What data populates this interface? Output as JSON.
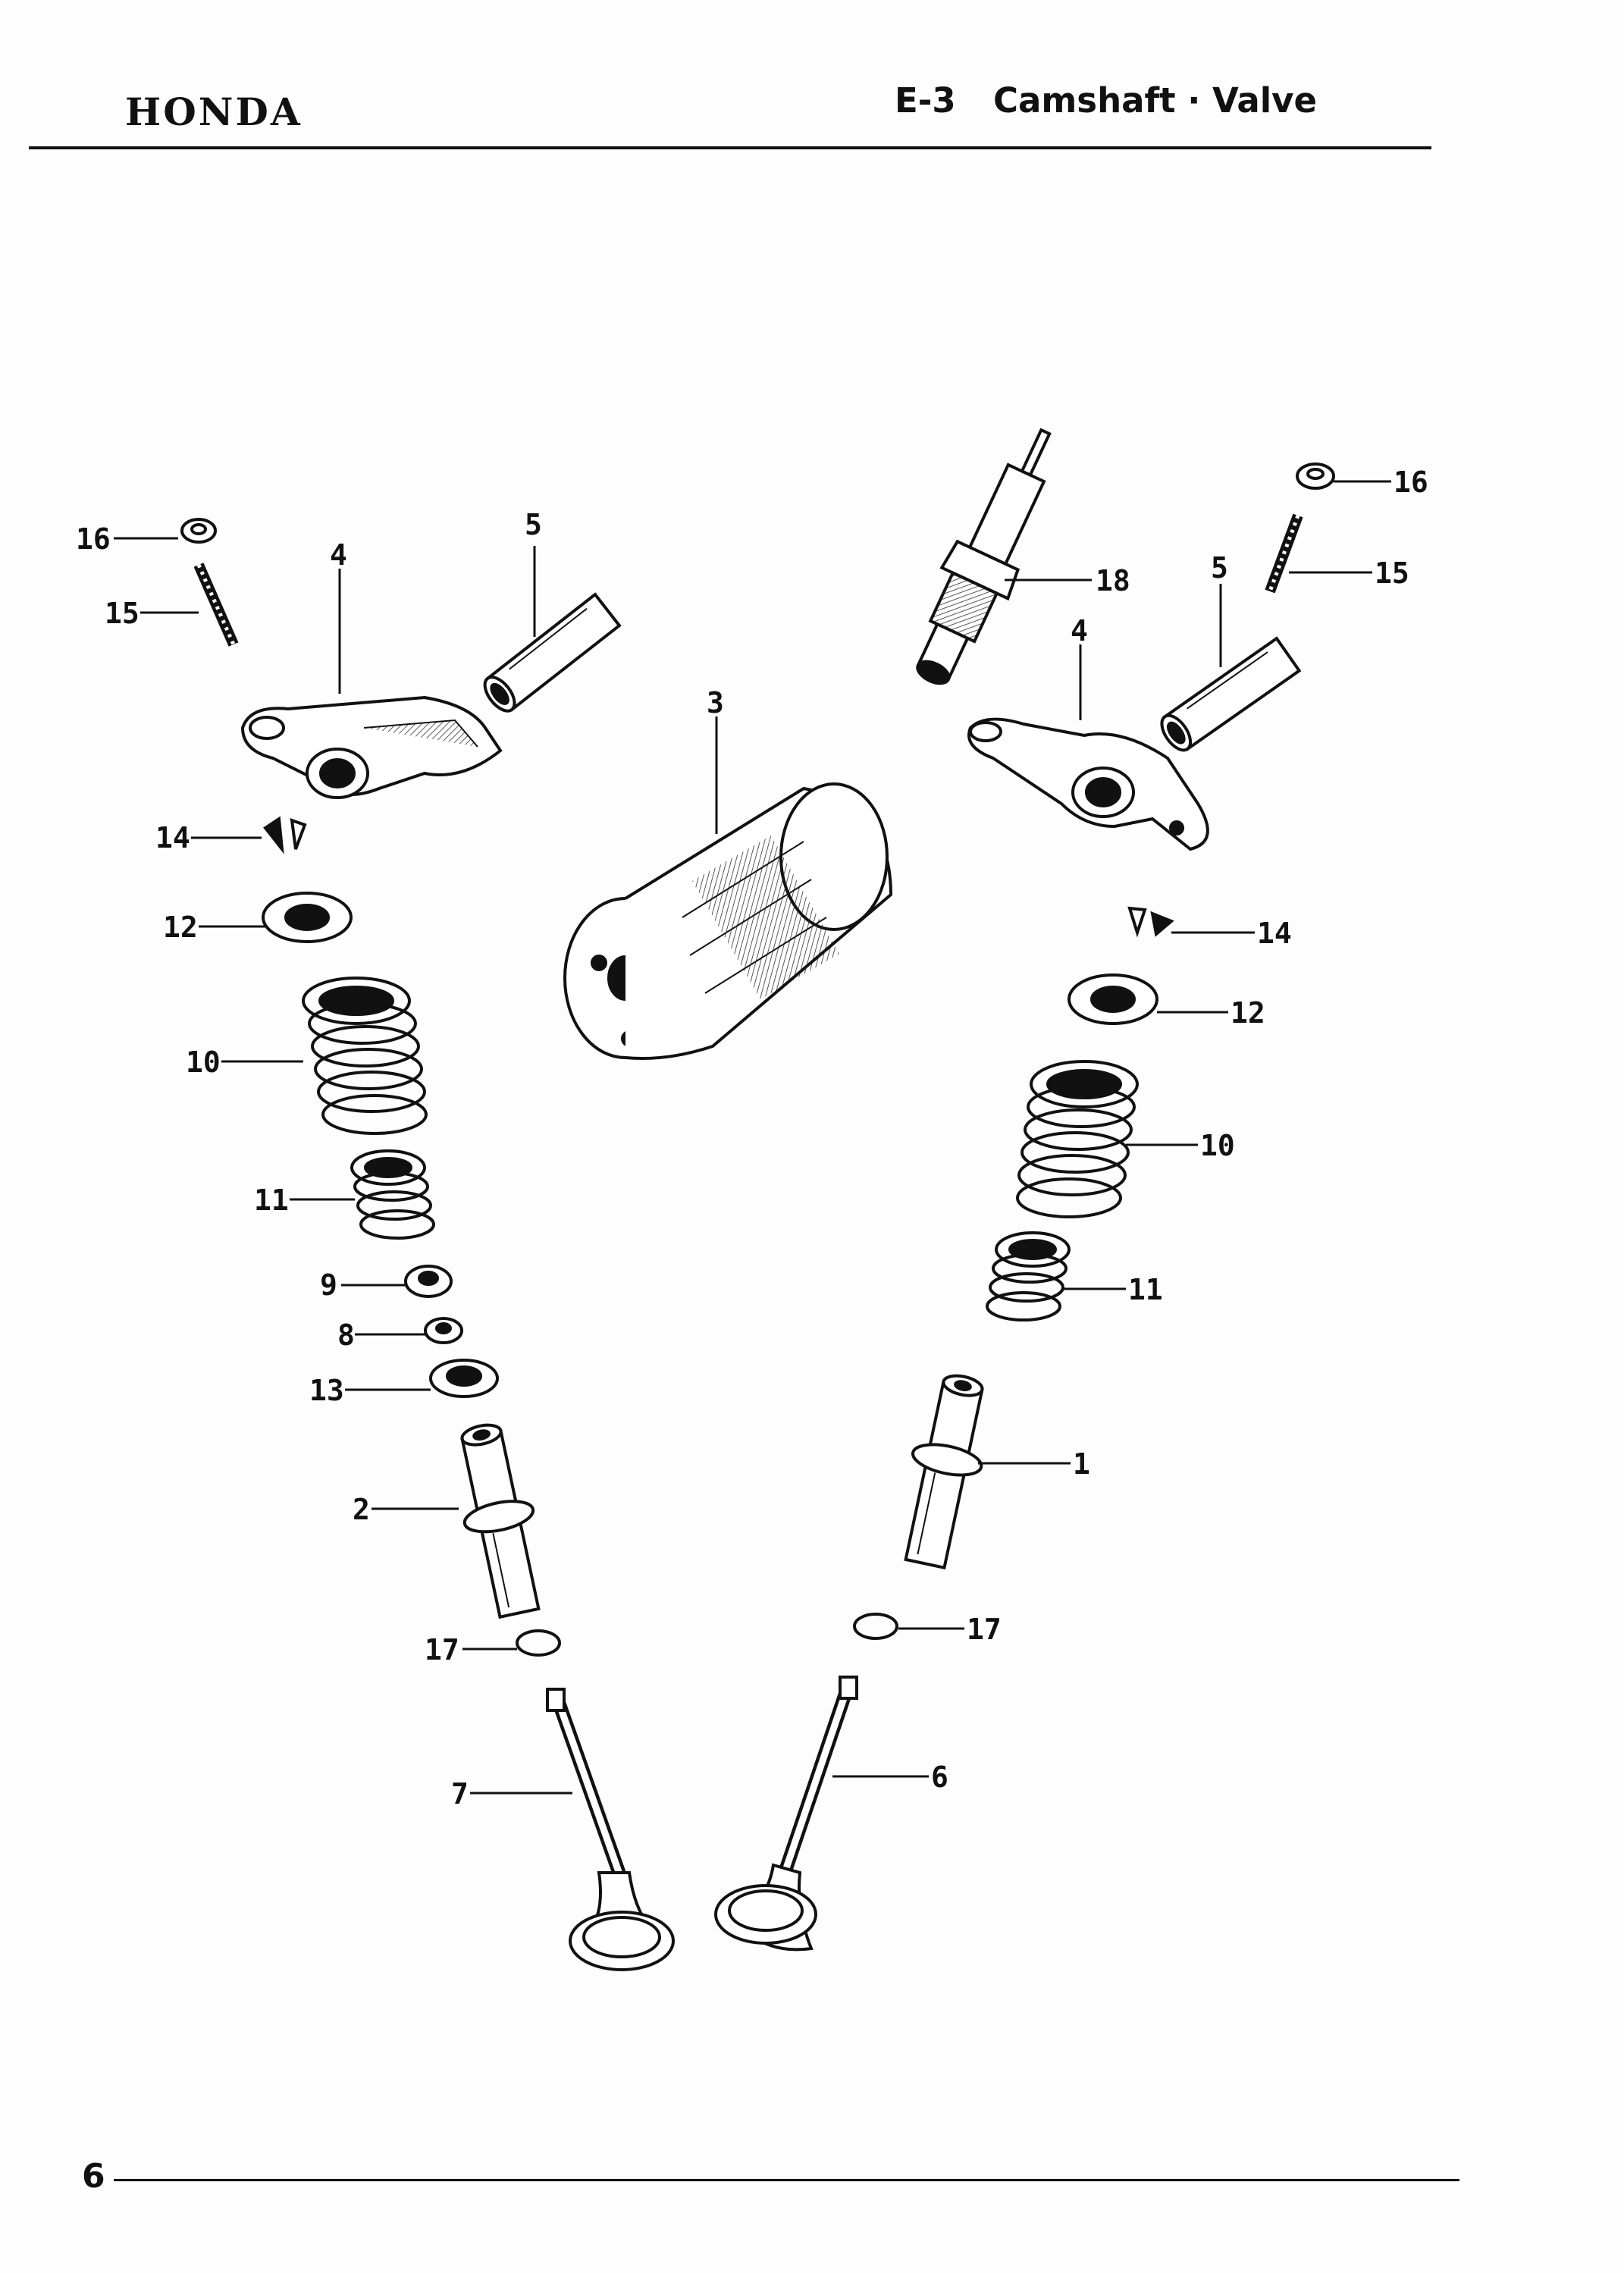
{
  "header": {
    "brand": "HONDA",
    "section": "E-3",
    "title": "Camshaft · Valve"
  },
  "footer": {
    "page_number": "6"
  },
  "callouts": {
    "c16_left": "16",
    "c15_left": "15",
    "c4_left": "4",
    "c5_left": "5",
    "c3": "3",
    "c14_left": "14",
    "c12_left": "12",
    "c10_left": "10",
    "c11_left": "11",
    "c9": "9",
    "c8": "8",
    "c13": "13",
    "c2": "2",
    "c17_left": "17",
    "c7": "7",
    "c18": "18",
    "c16_right": "16",
    "c15_right": "15",
    "c5_right": "5",
    "c4_right": "4",
    "c14_right": "14",
    "c12_right": "12",
    "c10_right": "10",
    "c11_right": "11",
    "c1": "1",
    "c17_right": "17",
    "c6": "6"
  }
}
